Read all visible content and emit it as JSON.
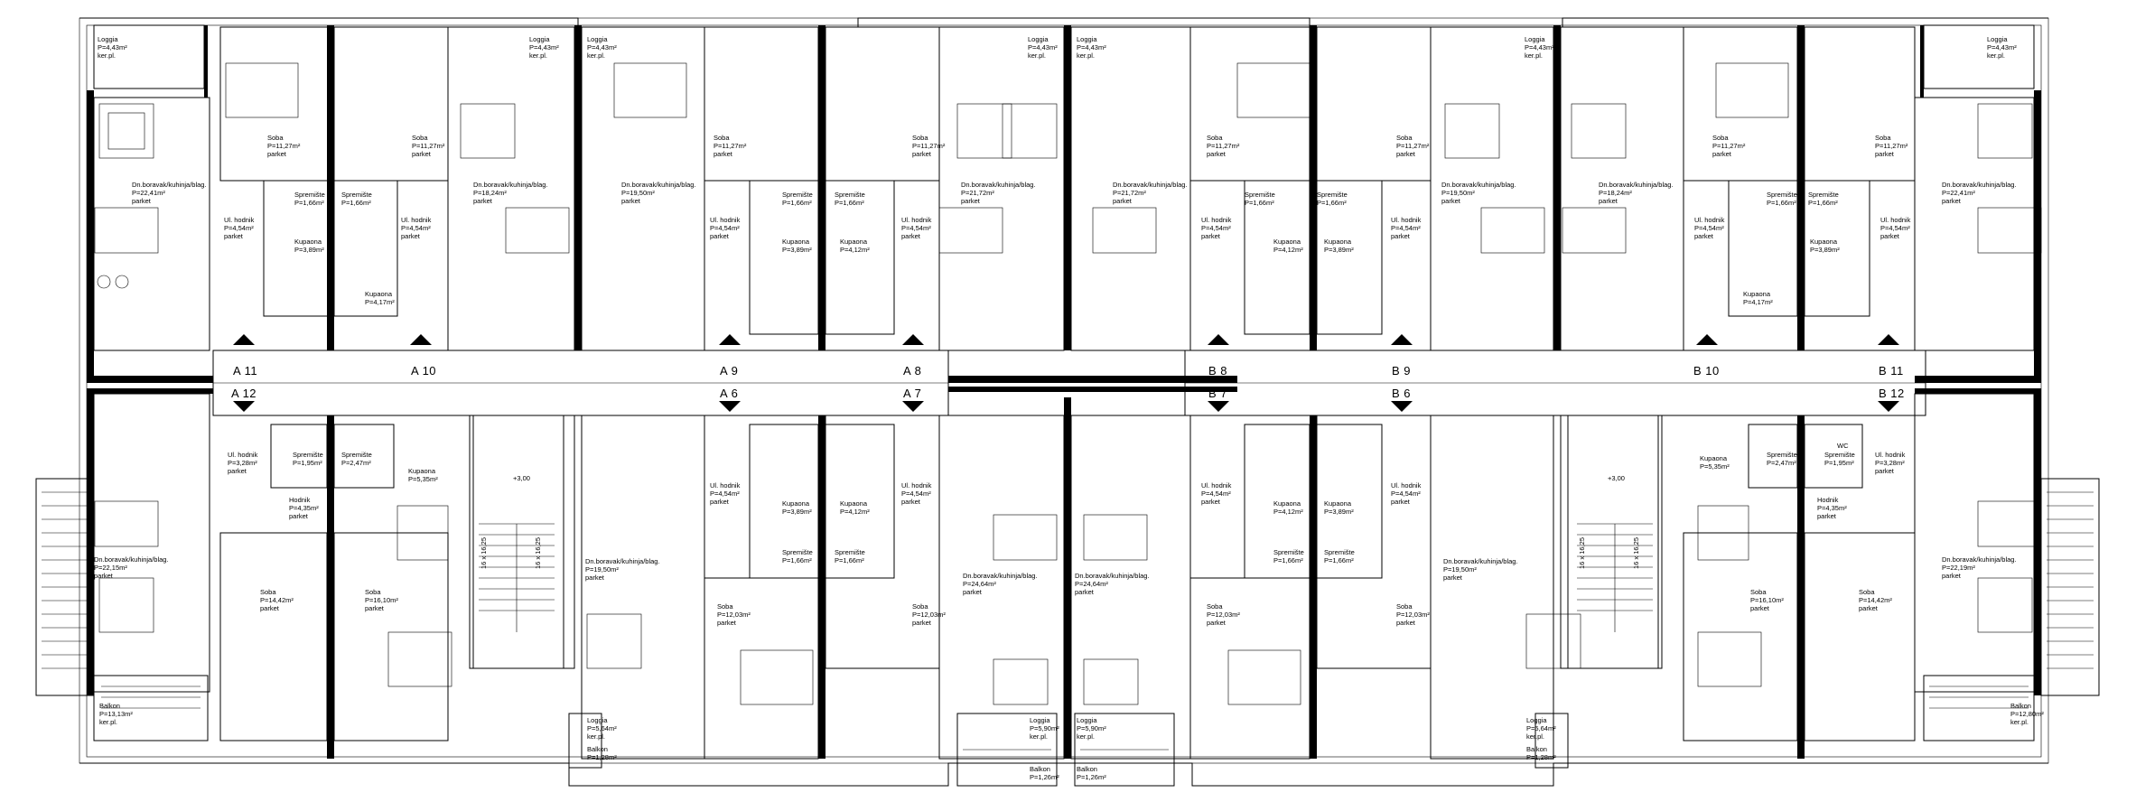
{
  "units": {
    "A11": "A 11",
    "A10": "A 10",
    "A9": "A 9",
    "A8": "A 8",
    "A12": "A 12",
    "A6": "A 6",
    "A7": "A 7",
    "B8": "B 8",
    "B9": "B 9",
    "B10": "B 10",
    "B11": "B 11",
    "B7": "B 7",
    "B6": "B 6",
    "B12": "B 12"
  },
  "rooms": {
    "loggia": "Loggia",
    "loggia_area": "P=4,43m²",
    "ker": "ker.pl.",
    "soba": "Soba",
    "soba_area_1": "P=11,27m²",
    "parket": "parket",
    "dn_top_l": "Dn.boravak/kuhinja/blag.",
    "dn_area_1": "P=22,41m²",
    "dn_area_2": "P=18,24m²",
    "dn_area_3": "P=19,50m²",
    "dn_area_4": "P=21,72m²",
    "sprem": "Spremište",
    "sprem_area": "P=1,66m²",
    "kupaona": "Kupaona",
    "kup_area_1": "P=3,89m²",
    "kup_area_2": "P=4,12m²",
    "kup_area_3": "P=4,17m²",
    "hodnik": "Ul. hodnik",
    "hod_area_1": "P=4,54m²",
    "hod_area_2": "P=3,28m²",
    "hodnik2": "Hodnik",
    "hod2_area": "P=4,35m²",
    "kup_area_4": "P=5,35m²",
    "sprem_area_2": "P=2,47m²",
    "sprem_area_3": "P=1,95m²",
    "dn_area_5": "P=22,15m²",
    "dn_area_6": "P=24,64m²",
    "dn_area_7": "P=22,19m²",
    "soba_area_2": "P=14,42m²",
    "soba_area_3": "P=16,10m²",
    "soba_area_4": "P=12,03m²",
    "balkon": "Balkon",
    "balkon_area": "P=13,13m²",
    "balkon_area_2": "P=12,80m²",
    "loggia_area_2": "P=5,64m²",
    "loggia_area_3": "P=5,90m²",
    "balkon_area_3": "P=1,28m²",
    "balkon_area_4": "P=1,26m²",
    "level": "+3,00",
    "wc": "WC",
    "stair": "16 x 16,25"
  }
}
